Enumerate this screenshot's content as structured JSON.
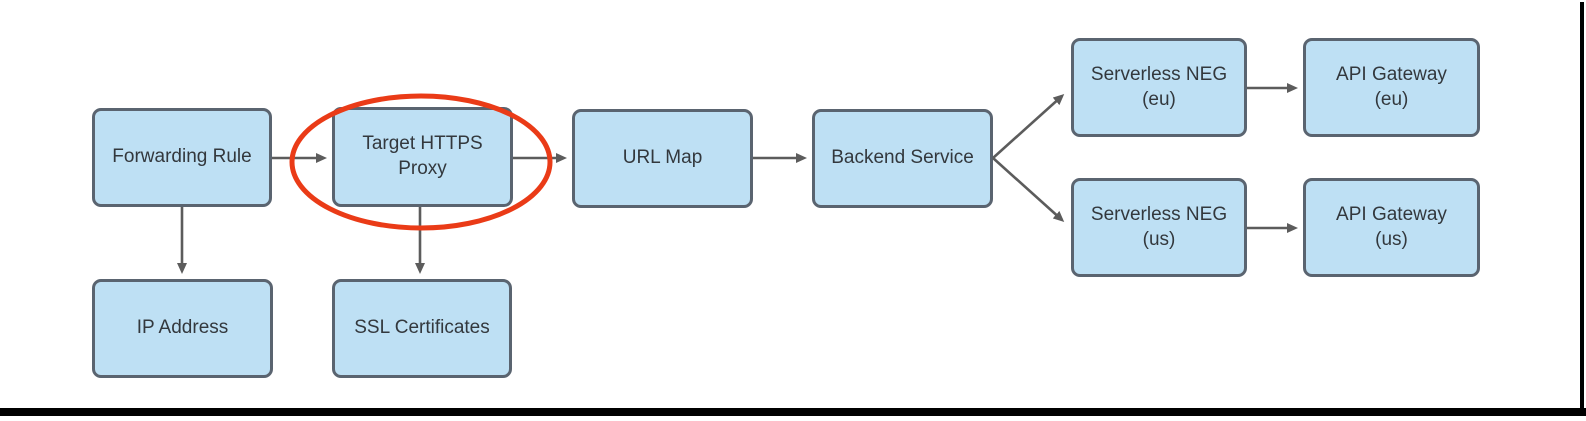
{
  "diagram": {
    "description": "HTTPS load balancer architecture flow diagram",
    "nodes": [
      {
        "id": "forwarding-rule",
        "label": "Forwarding Rule"
      },
      {
        "id": "target-https-proxy",
        "label": "Target HTTPS\nProxy",
        "highlighted": true
      },
      {
        "id": "url-map",
        "label": "URL Map"
      },
      {
        "id": "backend-service",
        "label": "Backend Service"
      },
      {
        "id": "serverless-neg-eu",
        "label": "Serverless NEG\n(eu)"
      },
      {
        "id": "api-gateway-eu",
        "label": "API Gateway\n(eu)"
      },
      {
        "id": "serverless-neg-us",
        "label": "Serverless NEG\n(us)"
      },
      {
        "id": "api-gateway-us",
        "label": "API Gateway\n(us)"
      },
      {
        "id": "ip-address",
        "label": "IP Address"
      },
      {
        "id": "ssl-certificates",
        "label": "SSL Certificates"
      }
    ],
    "edges": [
      {
        "from": "Forwarding Rule",
        "to": "Target HTTPS Proxy"
      },
      {
        "from": "Target HTTPS Proxy",
        "to": "URL Map"
      },
      {
        "from": "URL Map",
        "to": "Backend Service"
      },
      {
        "from": "Backend Service",
        "to": "Serverless NEG (eu)"
      },
      {
        "from": "Backend Service",
        "to": "Serverless NEG (us)"
      },
      {
        "from": "Serverless NEG (eu)",
        "to": "API Gateway (eu)"
      },
      {
        "from": "Serverless NEG (us)",
        "to": "API Gateway (us)"
      },
      {
        "from": "Forwarding Rule",
        "to": "IP Address"
      },
      {
        "from": "Target HTTPS Proxy",
        "to": "SSL Certificates"
      }
    ],
    "annotations": [
      {
        "type": "ellipse",
        "around": "Target HTTPS Proxy",
        "color": "#ea3b17"
      }
    ],
    "colors": {
      "node_fill": "#bee0f4",
      "node_border": "#5a6470",
      "arrow": "#5c5c5c",
      "highlight_ellipse": "#ea3b17",
      "text": "#33383d",
      "frame": "#000000"
    }
  }
}
